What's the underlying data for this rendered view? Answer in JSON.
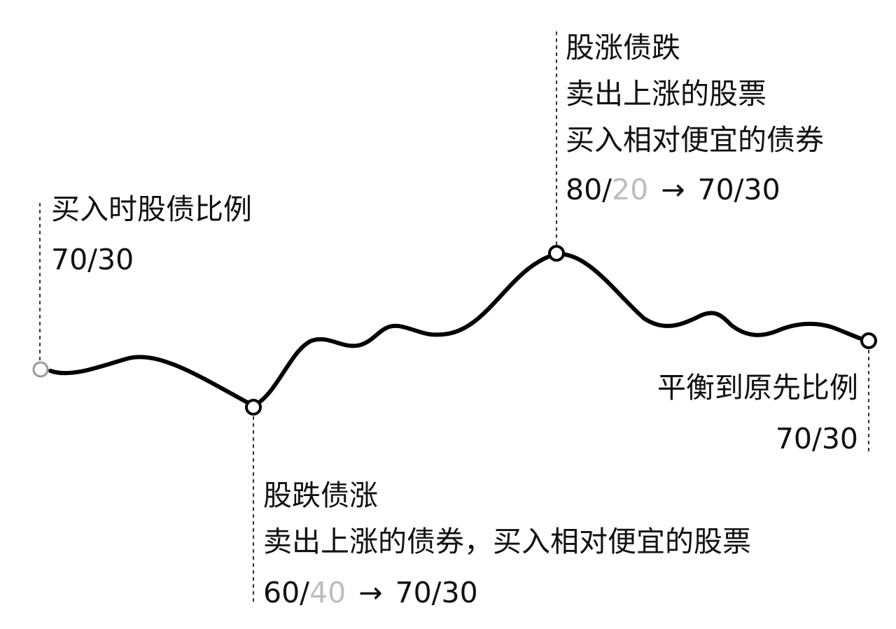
{
  "start": {
    "title": "买入时股债比例",
    "ratio": "70/30"
  },
  "dip": {
    "title": "股跌债涨",
    "action": "卖出上涨的债券，买入相对便宜的股票",
    "ratio_from_stock": "60/",
    "ratio_from_bond": "40",
    "ratio_arrow": "→",
    "ratio_to": "70/30"
  },
  "peak": {
    "title": "股涨债跌",
    "action_line1": "卖出上涨的股票",
    "action_line2": "买入相对便宜的债券",
    "ratio_from_stock": "80/",
    "ratio_from_bond": "20",
    "ratio_arrow": "→",
    "ratio_to": "70/30"
  },
  "end": {
    "title": "平衡到原先比例",
    "ratio": "70/30"
  },
  "colors": {
    "line": "#000000",
    "text": "#111111",
    "faded_text": "#bdbdbd"
  }
}
